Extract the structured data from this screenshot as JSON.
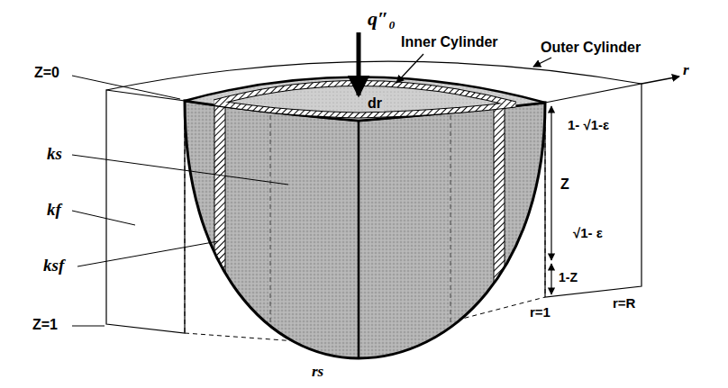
{
  "diagram": {
    "labels": [
      "q″₀",
      "Inner Cylinder",
      "Outer Cylinder",
      "Z=0",
      "dr",
      "r",
      "ks",
      "kf",
      "ksf",
      "Z",
      "1- √1-ε",
      "√1- ε",
      "Z=1",
      "1-Z",
      "r=1",
      "r=R",
      "rs"
    ]
  }
}
